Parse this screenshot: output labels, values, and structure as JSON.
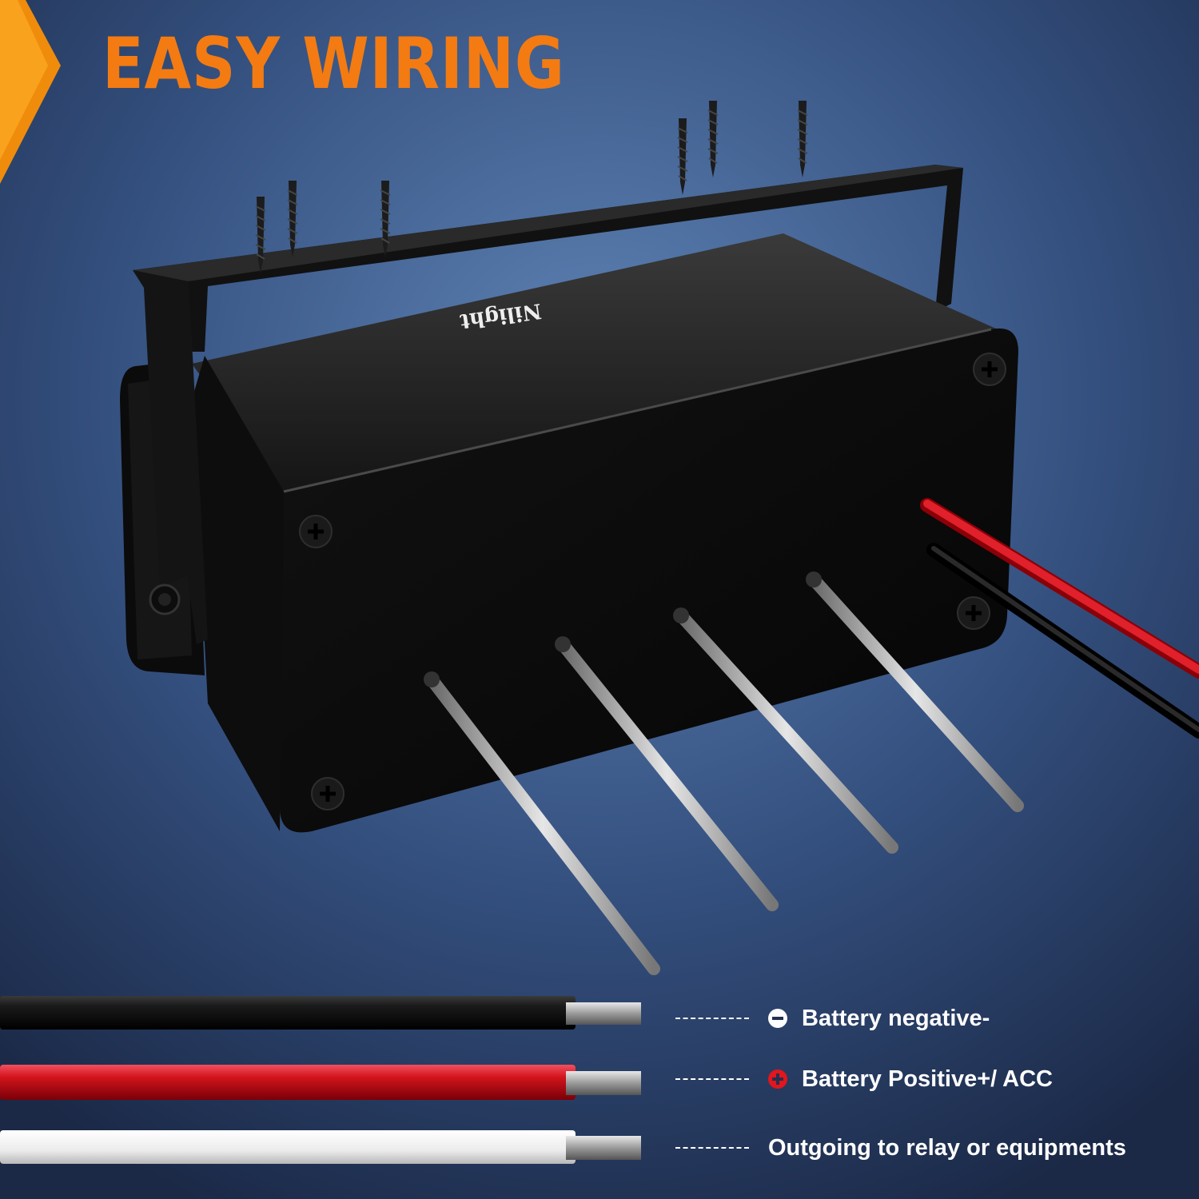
{
  "title": "EASY WIRING",
  "brand_logo": "Nilight",
  "legend": [
    {
      "icon": "minus-circle-icon",
      "label": "Battery negative-",
      "wire_color": "#111111"
    },
    {
      "icon": "plus-circle-icon",
      "label": "Battery Positive+/ ACC",
      "wire_color": "#d3141c"
    },
    {
      "icon": "",
      "label": "Outgoing to relay or equipments",
      "wire_color": "#f2f2f2"
    }
  ],
  "colors": {
    "accent": "#f37b12",
    "background_center": "#5b7fb0",
    "background_edge": "#1c2a48",
    "box": "#0d0d0d"
  }
}
